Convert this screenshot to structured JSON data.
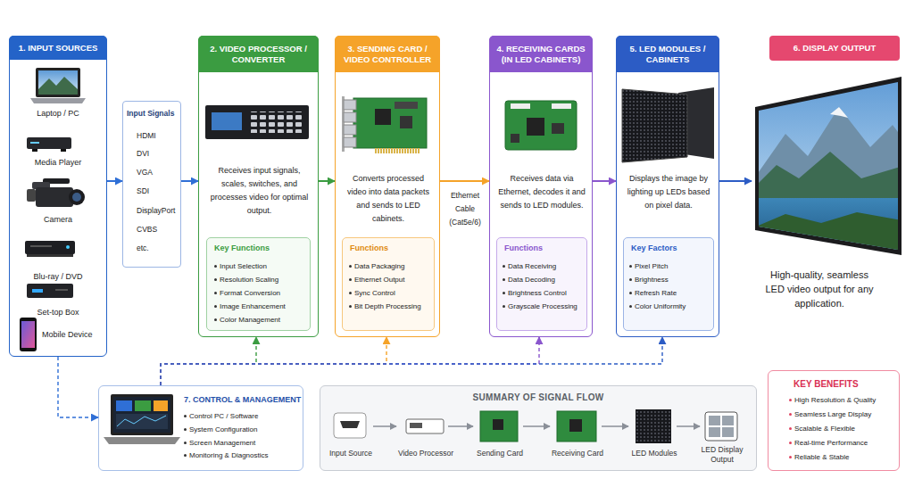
{
  "diagram": {
    "nodes": [
      {
        "text": [
          "1. INPUT SOURCES",
          "Laptop / PC",
          "Media Player",
          "Camera",
          "Blu-ray / DVD",
          "Set-top Box",
          "Mobile Device"
        ]
      },
      {
        "text": [
          "Input Signals",
          "HDMI",
          "DVI",
          "VGA",
          "SDI",
          "DisplayPort",
          "CVBS",
          "etc."
        ]
      },
      {
        "text": [
          "2. VIDEO PROCESSOR / CONVERTER",
          "Receives input signals, scales, switches, and processes video for optimal output."
        ]
      },
      {
        "text": [
          "Key Functions",
          "Input Selection",
          "Resolution Scaling",
          "Format Conversion",
          "Image Enhancement",
          "Color Management"
        ],
        "in": 2
      },
      {
        "text": [
          "3. SENDING CARD / VIDEO CONTROLLER",
          "Converts processed video into data packets and sends to LED cabinets."
        ]
      },
      {
        "text": [
          "Functions",
          "Data Packaging",
          "Ethernet Output",
          "Sync Control",
          "Bit Depth Processing"
        ],
        "in": 4
      },
      {
        "text": [
          "4. RECEIVING CARDS (IN LED CABINETS)",
          "Receives data via Ethernet, decodes it and sends to LED modules."
        ]
      },
      {
        "text": [
          "Functions",
          "Data Receiving",
          "Data Decoding",
          "Brightness Control",
          "Grayscale Processing"
        ],
        "in": 6
      },
      {
        "text": [
          "5. LED MODULES / CABINETS",
          "Displays the image by lighting up LEDs based on pixel data."
        ]
      },
      {
        "text": [
          "Key Factors",
          "Pixel Pitch",
          "Brightness",
          "Refresh Rate",
          "Color Uniformity"
        ],
        "in": 8
      },
      {
        "text": [
          "6. DISPLAY OUTPUT",
          "High-quality, seamless LED video output for any application."
        ]
      },
      {
        "text": [
          "7. CONTROL & MANAGEMENT",
          "Control PC / Software",
          "System Configuration",
          "Screen Management",
          "Monitoring & Diagnostics"
        ]
      },
      {
        "text": [
          "SUMMARY OF SIGNAL FLOW",
          "Input Source",
          "Video Processor",
          "Sending Card",
          "Receiving Card",
          "LED Modules",
          "LED Display Output"
        ]
      },
      {
        "text": [
          "KEY BENEFITS",
          "High Resolution & Quality",
          "Seamless Large Display",
          "Scalable & Flexible",
          "Real-time Performance",
          "Reliable & Stable"
        ]
      }
    ],
    "edges": [
      {
        "from": 0,
        "to": 1,
        "arrow": "to"
      },
      {
        "from": 1,
        "to": 2,
        "arrow": "to"
      },
      {
        "from": 2,
        "to": 4,
        "arrow": "to"
      },
      {
        "from": 4,
        "to": 6,
        "label": "Ethernet Cable (Cat5e/6)",
        "arrow": "to"
      },
      {
        "from": 6,
        "to": 8,
        "arrow": "to"
      },
      {
        "from": 8,
        "to": 10,
        "arrow": "to"
      },
      {
        "from": 0,
        "to": 11,
        "arrow": "to"
      },
      {
        "from": 11,
        "to": 2,
        "arrow": "to"
      },
      {
        "from": 11,
        "to": 4,
        "arrow": "to"
      },
      {
        "from": 11,
        "to": 6,
        "arrow": "to"
      },
      {
        "from": 11,
        "to": 8,
        "arrow": "to"
      }
    ]
  }
}
